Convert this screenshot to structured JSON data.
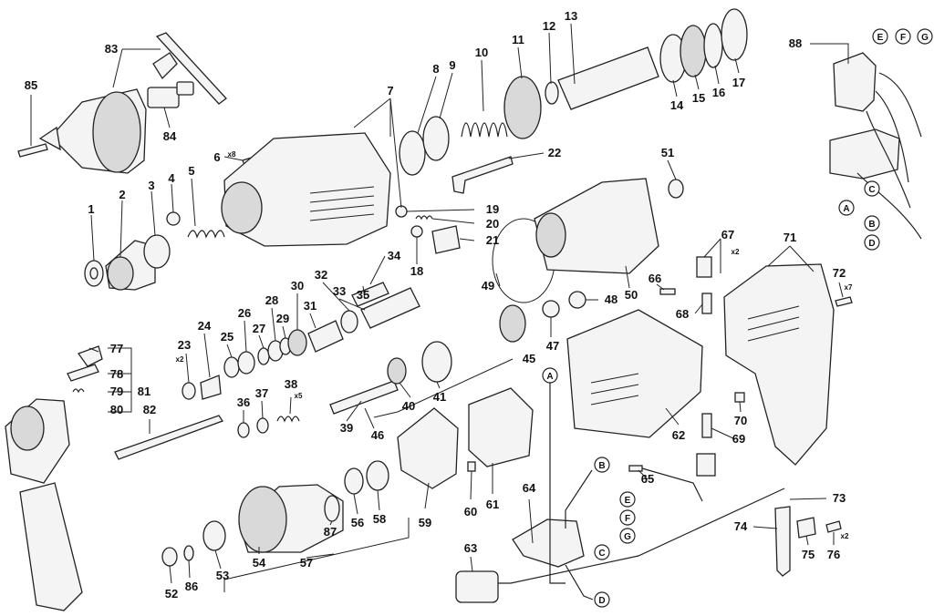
{
  "part_labels": [
    "1",
    "2",
    "3",
    "4",
    "5",
    "6",
    "7",
    "8",
    "9",
    "10",
    "11",
    "12",
    "13",
    "14",
    "15",
    "16",
    "17",
    "18",
    "19",
    "20",
    "21",
    "22",
    "23",
    "24",
    "25",
    "26",
    "27",
    "28",
    "29",
    "30",
    "31",
    "32",
    "33",
    "34",
    "35",
    "36",
    "37",
    "38",
    "39",
    "40",
    "41",
    "45",
    "46",
    "47",
    "48",
    "49",
    "50",
    "51",
    "52",
    "53",
    "54",
    "56",
    "57",
    "58",
    "59",
    "60",
    "61",
    "62",
    "63",
    "64",
    "65",
    "66",
    "67",
    "68",
    "69",
    "70",
    "71",
    "72",
    "73",
    "74",
    "75",
    "76",
    "77",
    "78",
    "79",
    "80",
    "81",
    "82",
    "83",
    "84",
    "85",
    "86",
    "87",
    "88"
  ],
  "quantity_marks": [
    "x8",
    "x2",
    "x5",
    "x2",
    "x7",
    "x2"
  ],
  "connector_labels": [
    "A",
    "B",
    "C",
    "D",
    "E",
    "F",
    "G"
  ]
}
